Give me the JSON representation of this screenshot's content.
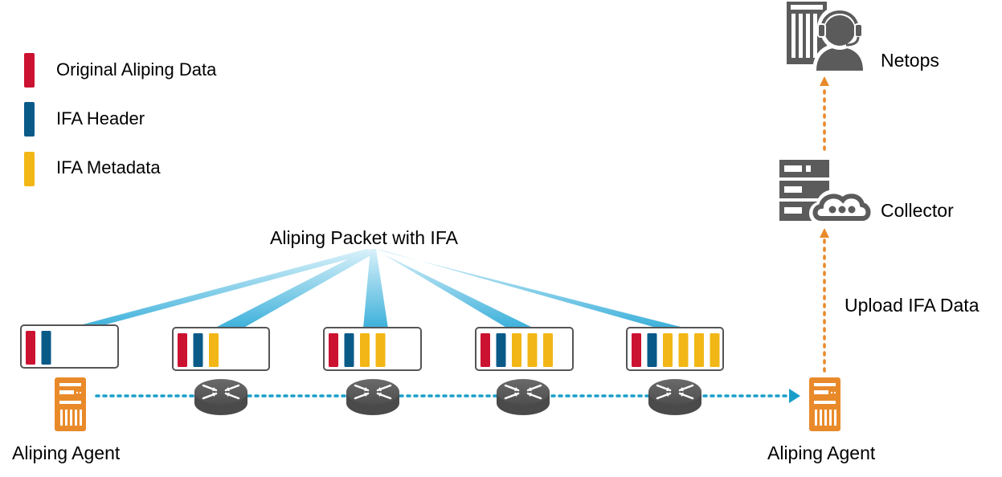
{
  "legend": {
    "items": [
      {
        "label": "Original Aliping Data",
        "color": "#cc1231"
      },
      {
        "label": "IFA Header",
        "color": "#0a5a88"
      },
      {
        "label": "IFA Metadata",
        "color": "#f2b716"
      }
    ]
  },
  "labels": {
    "packet": "Aliping Packet with IFA",
    "source_agent": "Aliping Agent",
    "dest_agent": "Aliping Agent",
    "collector": "Collector",
    "netops": "Netops",
    "upload": "Upload IFA Data"
  },
  "packets": [
    {
      "header_bars": 1,
      "metadata_bars": 0
    },
    {
      "header_bars": 1,
      "metadata_bars": 1
    },
    {
      "header_bars": 1,
      "metadata_bars": 2
    },
    {
      "header_bars": 1,
      "metadata_bars": 3
    },
    {
      "header_bars": 1,
      "metadata_bars": 4
    }
  ],
  "routers_count": 4,
  "colors": {
    "agent": "#e98a2a",
    "router": "#5a5a5a",
    "path": "#1a9ec9",
    "upload_arrow": "#e98a2a",
    "icon_gray": "#5b5b5b",
    "fan": "#42b4dc"
  },
  "icons": {
    "source_agent": "server-icon",
    "dest_agent": "server-icon",
    "router": "router-icon",
    "collector": "cloud-server-icon",
    "netops": "operator-headset-icon"
  }
}
